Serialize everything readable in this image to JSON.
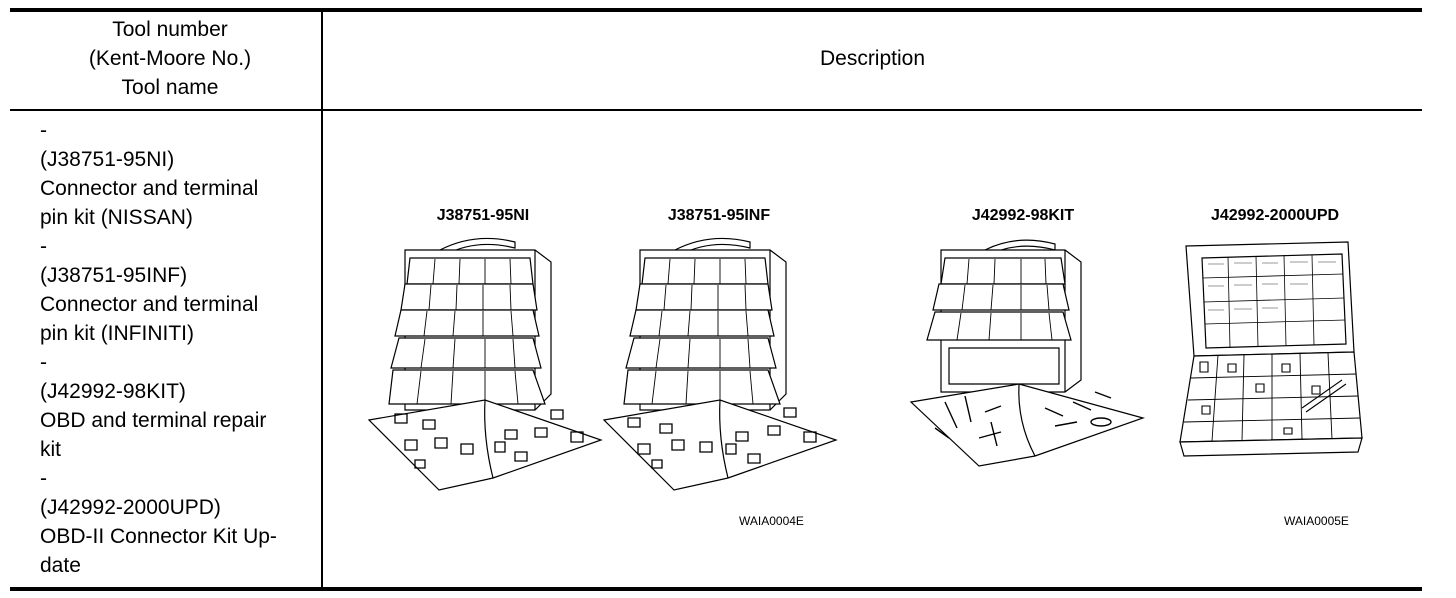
{
  "header": {
    "col1": [
      "Tool number",
      "(Kent-Moore No.)",
      "Tool name"
    ],
    "col2": "Description"
  },
  "tools": [
    {
      "dash": "-",
      "number": "(J38751-95NI)",
      "name_lines": [
        "Connector and terminal",
        "pin kit (NISSAN)"
      ]
    },
    {
      "dash": "-",
      "number": "(J38751-95INF)",
      "name_lines": [
        "Connector and terminal",
        "pin kit (INFINITI)"
      ]
    },
    {
      "dash": "-",
      "number": "(J42992-98KIT)",
      "name_lines": [
        "OBD and terminal repair",
        "kit"
      ]
    },
    {
      "dash": "-",
      "number": "(J42992-2000UPD)",
      "name_lines": [
        "OBD-II Connector Kit Up-",
        "date"
      ]
    }
  ],
  "figure": {
    "labels": [
      "J38751-95NI",
      "J38751-95INF",
      "J42992-98KIT",
      "J42992-2000UPD"
    ],
    "codes": [
      "WAIA0004E",
      "WAIA0005E"
    ]
  }
}
